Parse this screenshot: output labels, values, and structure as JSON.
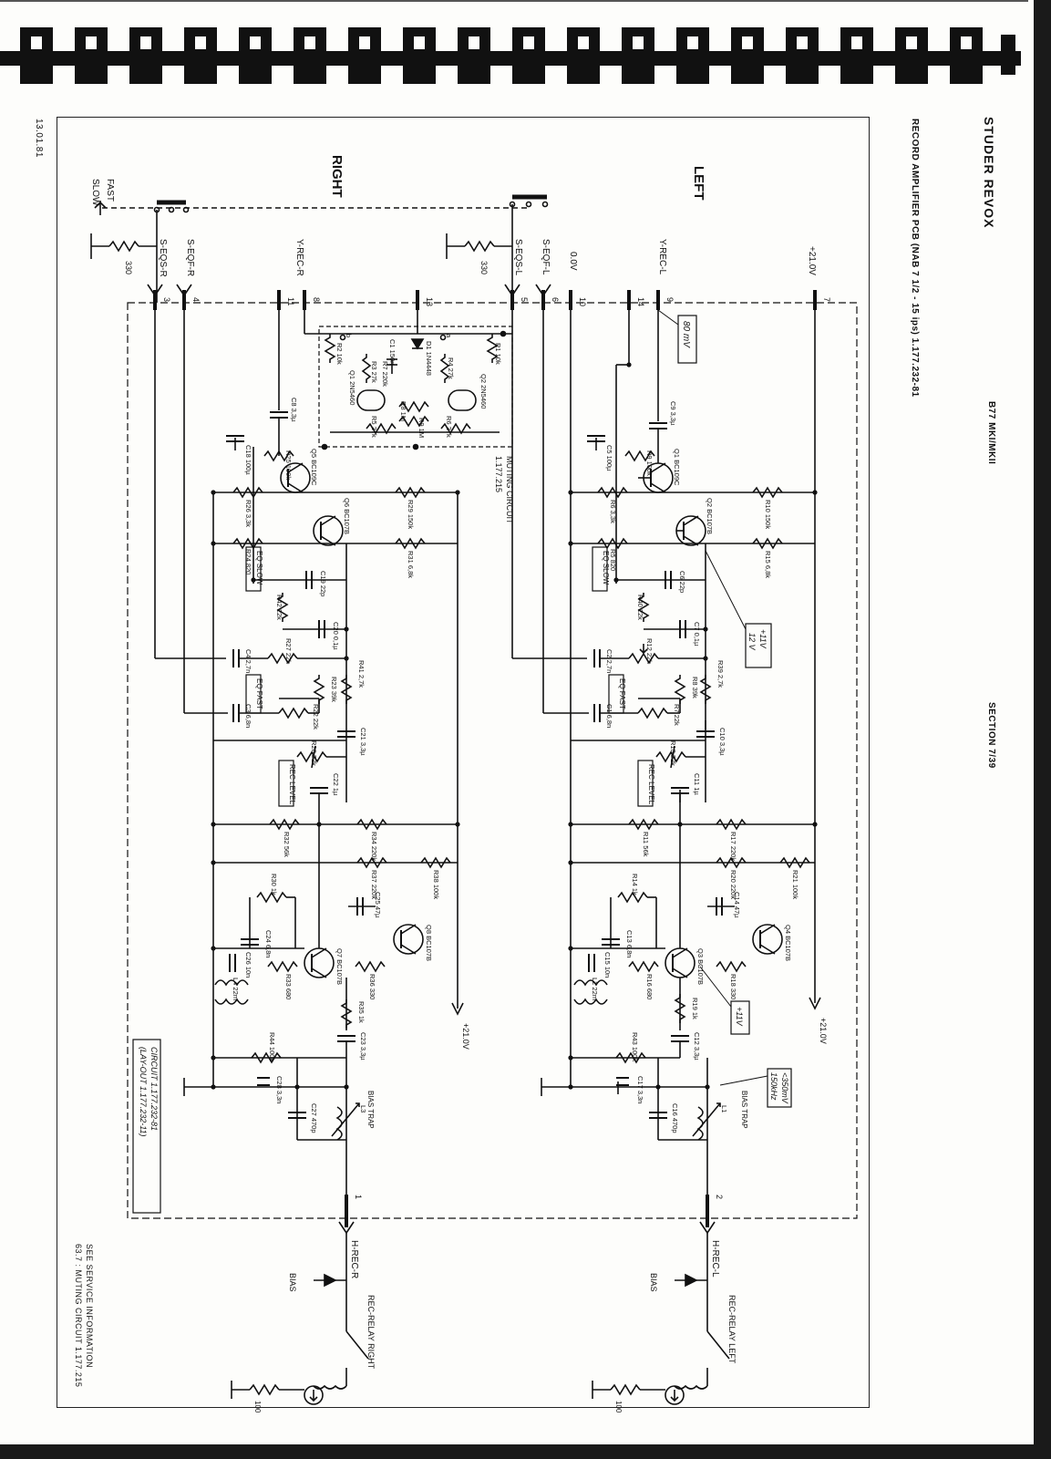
{
  "header": {
    "brand": "STUDER REVOX",
    "title": "RECORD AMPLIFIER PCB (NAB 7 1/2 - 15 ips)  1.177.232-81",
    "model": "B77 MKI/MKII",
    "section": "SECTION 7/39",
    "date": "13.01.81",
    "footnote_line1": "SEE SERVICE INFORMATION",
    "footnote_line2": "63.7 : MUTING CIRCUIT 1.177.215"
  },
  "channels": {
    "left": "LEFT",
    "right": "RIGHT"
  },
  "switch": {
    "fast": "FAST",
    "slow": "SLOW"
  },
  "terminals": {
    "plus21": "+21.0V",
    "zero": "0.0V",
    "yrecl": "Y-REC-L",
    "yrecr": "Y-REC-R",
    "seqfl": "S-EQF-L",
    "seqsl": "S-EQS-L",
    "seqfr": "S-EQF-R",
    "seqsr": "S-EQS-R",
    "hrecl": "H-REC-L",
    "hrecr": "H-REC-R",
    "bias": "BIAS",
    "relay_left": "REC-RELAY LEFT",
    "relay_right": "REC-RELAY RIGHT",
    "r330": "330",
    "r100": "100"
  },
  "pins": {
    "p7": "7",
    "p9": "9",
    "p14": "14",
    "p10": "10",
    "p6": "6",
    "p5": "5",
    "p13": "13",
    "p8": "8",
    "p11": "11",
    "p4": "4",
    "p3": "3",
    "p2": "2",
    "p1": "1"
  },
  "annotations": {
    "v80mv": "80 mV",
    "v11v_12v_line1": "+11V",
    "v11v_12v_line2": "12 V",
    "v11v": "+11V",
    "bias_level_line1": "<350mV",
    "bias_level_line2": "150kHz",
    "bias_trap": "BIAS TRAP",
    "muting_line1": "MUTING CIRCUIT",
    "muting_line2": "1.177.215",
    "circuit_line1": "CIRCUIT   1.177.232-81",
    "circuit_line2": "(LAY-OUT  1.177.232-11)",
    "eq_slow": "EQ SLOW",
    "eq_fast": "EQ FAST",
    "rec_level": "REC LEVEL"
  },
  "muting": {
    "r1": "R1 10k",
    "r2": "R2 10k",
    "r3": "R3 27k",
    "r4": "R4 27k",
    "r5": "R5 27k",
    "r6": "R6 27k",
    "r7": "R7 220k",
    "r8": "R8 1M",
    "r9": "R9 1M",
    "c1": "C1 150n",
    "d1": "D1 1N4448",
    "q1": "Q1 2N5460",
    "q2": "Q2 2N5460",
    "pa": "a",
    "pb": "b"
  },
  "left_parts": {
    "c9": "C9 3,3µ",
    "c5": "C5 100µ",
    "r9": "R9 100k",
    "r6": "R6 3,3k",
    "r5": "R5 820",
    "q1": "Q1 BC109C",
    "q2": "Q2 BC107B",
    "r10": "R10 150k",
    "r15": "R15 6,8k",
    "c6": "C6 22p",
    "r40": "R40 22k",
    "c7": "C7 0,1µ",
    "c2": "C2 2,7n",
    "r12": "R12 22k",
    "r8": "R8 39k",
    "r39": "R39 2,7k",
    "c1": "C1 6,8n",
    "r7": "R7 22k",
    "c10": "C10 3,3µ",
    "r13": "R13 22k",
    "c11": "C11 1µ",
    "r11": "R11 56k",
    "r17": "R17 220k",
    "r20": "R20 220k",
    "r21": "R21 100k",
    "r14": "R14 1k",
    "c13": "C13 6,8n",
    "c14": "C14 47µ",
    "c15": "C15 10n",
    "r16": "R16 680",
    "q3": "Q3 BC107B",
    "r18": "R18 330",
    "q4": "Q4 BC107B",
    "l2": "L2 22m",
    "r19": "R19 1k",
    "r43": "R43 100k",
    "c12": "C12 3,3µ",
    "c17": "C17 3,3n",
    "c16": "C16 470p",
    "l1": "L1"
  },
  "right_parts": {
    "c8": "C8 3,3µ",
    "c18": "C18 100µ",
    "r25": "R25 100k",
    "r26": "R26 3,3k",
    "r24": "R24 820",
    "q5": "Q5 BC109C",
    "q6": "Q6 BC107B",
    "r29": "R29 150k",
    "r31": "R31 6,8k",
    "c19": "C19 22p",
    "r42": "R42 22k",
    "c20": "C20 0,1µ",
    "c4": "C4 2,7n",
    "r27": "R27 22k",
    "r23": "R23 39k",
    "r41": "R41 2,7k",
    "c3": "C3 6,8n",
    "r22": "R22 22k",
    "c21": "C21 3,3µ",
    "r28": "R28 22k",
    "c22": "C22 1µ",
    "r32": "R32 56k",
    "r34": "R34 220k",
    "r37": "R37 220k",
    "r38": "R38 100k",
    "r30": "R30 1k",
    "c24": "C24 6,8n",
    "c25": "C25 47µ",
    "c26": "C26 10n",
    "r33": "R33 680",
    "q7": "Q7 BC107B",
    "r36": "R36 330",
    "q8": "Q8 BC107B",
    "l4": "L4 22m",
    "r35": "R35 1k",
    "r44": "R44 100k",
    "c23": "C23 3,3µ",
    "c28": "C28 3,3n",
    "c27": "C27 470p",
    "l3": "L3"
  }
}
